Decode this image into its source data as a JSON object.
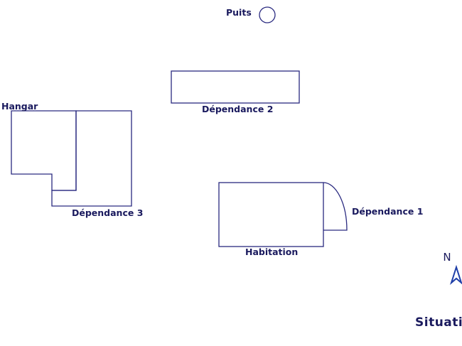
{
  "colors": {
    "stroke": "#2a2a80",
    "text": "#1a1a5e",
    "arrow": "#1f3fa8",
    "background": "#ffffff"
  },
  "labels": {
    "puits": "Puits",
    "dependance_2": "Dépendance 2",
    "hangar": "Hangar",
    "dependance_3": "Dépendance 3",
    "dependance_1": "Dépendance 1",
    "habitation": "Habitation"
  },
  "compass": {
    "letter": "N",
    "icon": "north-arrow-icon"
  },
  "caption": "Situati"
}
